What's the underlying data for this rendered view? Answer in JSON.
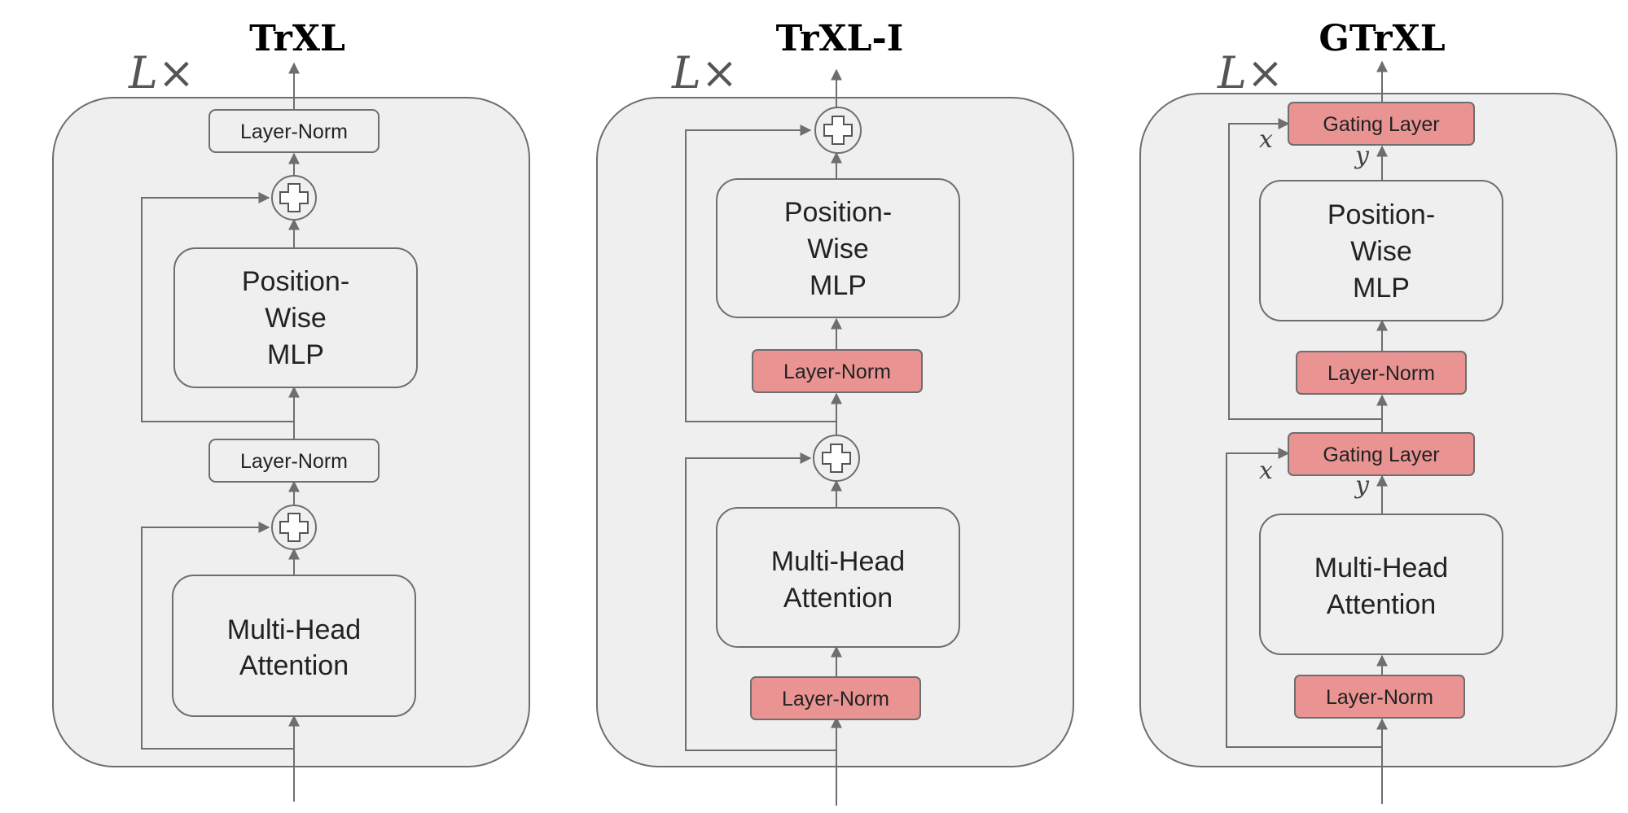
{
  "titles": {
    "trxl": "TrXL",
    "trxl_i": "TrXL-I",
    "gtrxl": "GTrXL"
  },
  "repeat_label": "L×",
  "labels": {
    "layer_norm": "Layer-Norm",
    "gating_layer": "Gating Layer",
    "pw_line1": "Position-",
    "pw_line2": "Wise",
    "pw_line3": "MLP",
    "mha_line1": "Multi-Head",
    "mha_line2": "Attention"
  },
  "vars": {
    "x": "x",
    "y": "y"
  },
  "colors": {
    "highlight": "#e99393",
    "panel": "#efefef",
    "stroke": "#6e6e6e"
  }
}
